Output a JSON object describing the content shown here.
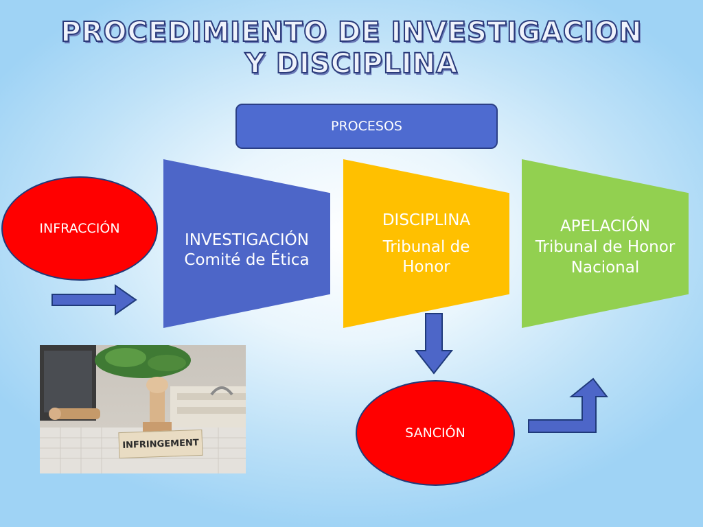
{
  "title": {
    "line1": "PROCEDIMIENTO DE INVESTIGACION",
    "line2": "Y DISCIPLINA"
  },
  "procesos_label": "PROCESOS",
  "infraccion_label": "INFRACCIÓN",
  "sancion_label": "SANCIÓN",
  "stages": [
    {
      "line1": "INVESTIGACIÓN",
      "line2": "Comité de Ética",
      "color": "#4d66c8"
    },
    {
      "line1": "DISCIPLINA",
      "line2": "Tribunal de Honor",
      "color": "#ffc000"
    },
    {
      "line1": "APELACIÓN",
      "line2": "Tribunal de Honor Nacional",
      "color": "#92d050"
    }
  ],
  "photo": {
    "stamp_text": "INFRINGEMENT"
  },
  "colors": {
    "procesos_fill": "#4e6bd0",
    "ellipse_fill": "#ff0000",
    "arrow_fill": "#4d66c8",
    "arrow_stroke": "#1f3a7a"
  }
}
